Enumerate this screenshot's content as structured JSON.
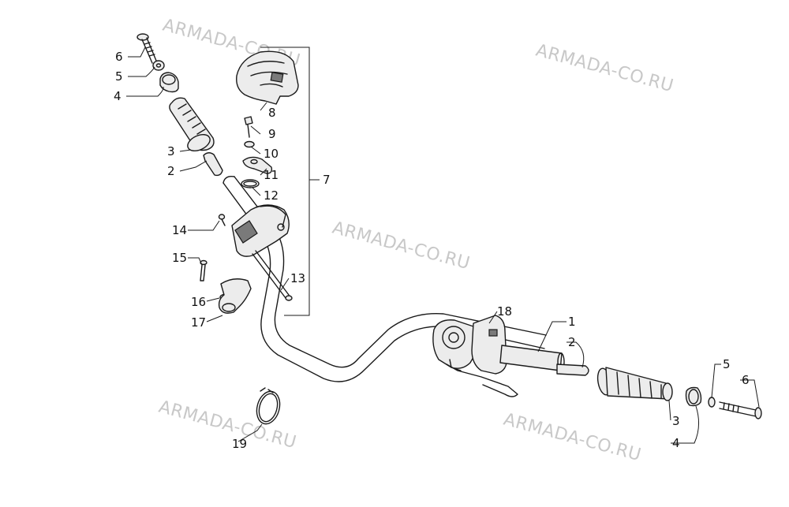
{
  "watermark": "ARMADA-CO.RU",
  "callouts": {
    "c1": "1",
    "c2a": "2",
    "c2b": "2",
    "c3a": "3",
    "c3b": "3",
    "c4a": "4",
    "c4b": "4",
    "c5a": "5",
    "c5b": "5",
    "c6a": "6",
    "c6b": "6",
    "c7": "7",
    "c8": "8",
    "c9": "9",
    "c10": "10",
    "c11": "11",
    "c12": "12",
    "c13": "13",
    "c14": "14",
    "c15": "15",
    "c16": "16",
    "c17": "17",
    "c18": "18",
    "c19": "19"
  }
}
